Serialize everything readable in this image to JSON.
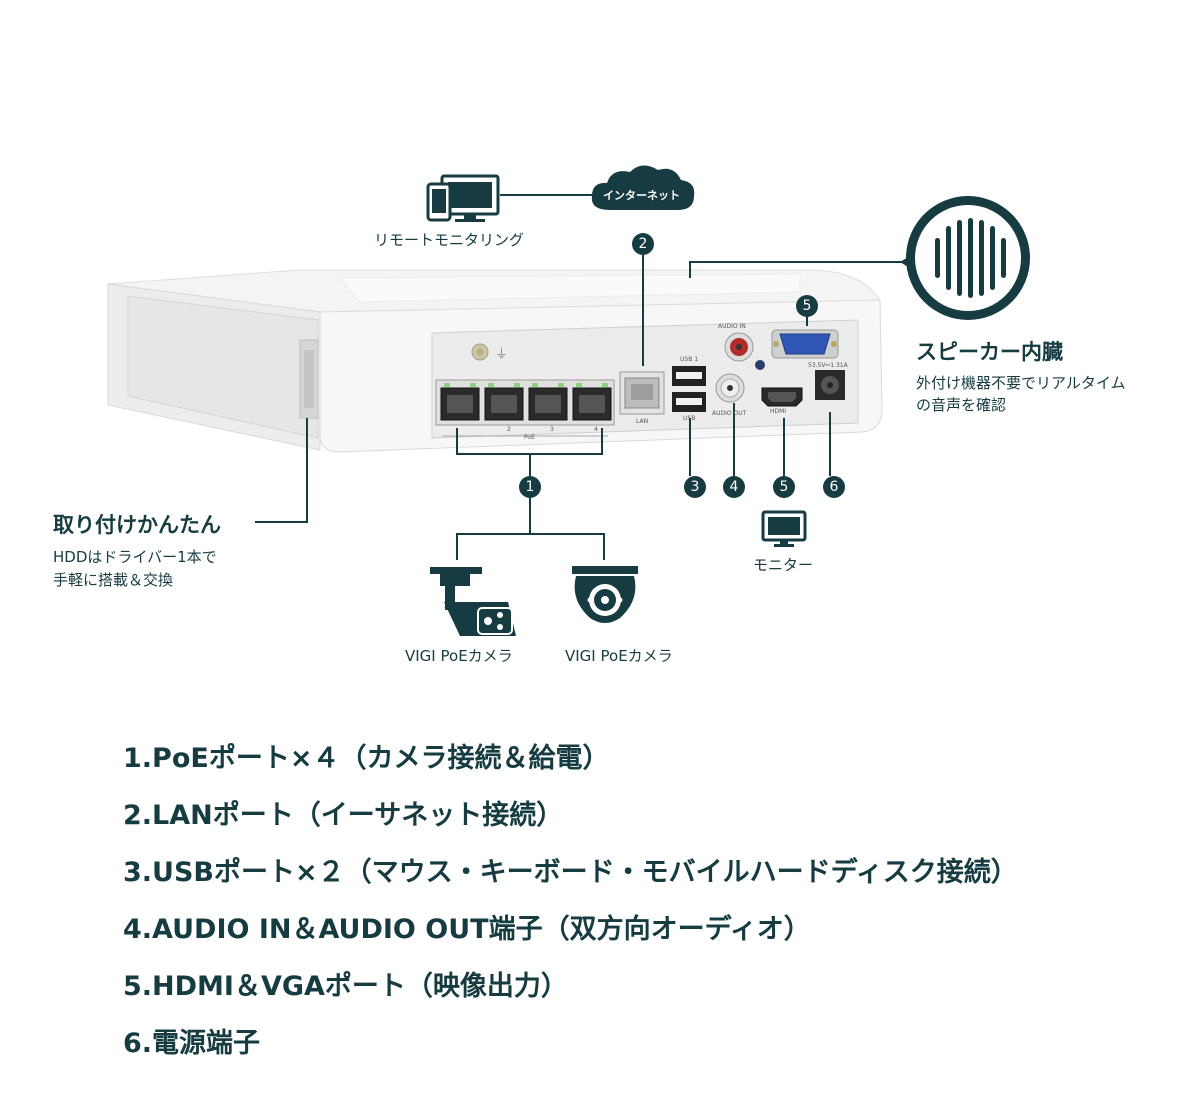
{
  "remote": {
    "label": "リモートモニタリング"
  },
  "internet": {
    "label": "インターネット"
  },
  "speaker": {
    "title": "スピーカー内臓",
    "desc_line1": "外付け機器不要でリアルタイム",
    "desc_line2": "の音声を確認"
  },
  "mount": {
    "title": "取り付けかんたん",
    "desc_line1": "HDDはドライバー1本で",
    "desc_line2": "手軽に搭載＆交換"
  },
  "monitor": {
    "label": "モニター"
  },
  "cameras": [
    {
      "label": "VIGI PoEカメラ"
    },
    {
      "label": "VIGI PoEカメラ"
    }
  ],
  "callouts": [
    "1",
    "2",
    "3",
    "4",
    "5",
    "6",
    "5"
  ],
  "device_text": {
    "usb1": "USB 1",
    "usb": "USB",
    "lan": "LAN",
    "audio_in": "AUDIO IN",
    "audio_out": "AUDIO OUT",
    "poe": "PoE",
    "port2": "2",
    "port3": "3",
    "port4": "4",
    "power": "53.5V⎓1.31A",
    "hdmi": "HDMI"
  },
  "legend": [
    "1.PoEポート×４（カメラ接続＆給電）",
    "2.LANポート（イーサネット接続）",
    "3.USBポート×２（マウス・キーボード・モバイルハードディスク接続）",
    "4.AUDIO IN＆AUDIO OUT端子（双方向オーディオ）",
    "5.HDMI＆VGAポート（映像出力）",
    "6.電源端子"
  ],
  "colors": {
    "primary": "#163c41",
    "device": "#f2f2f2",
    "device_shadow": "#dcdcdc"
  }
}
